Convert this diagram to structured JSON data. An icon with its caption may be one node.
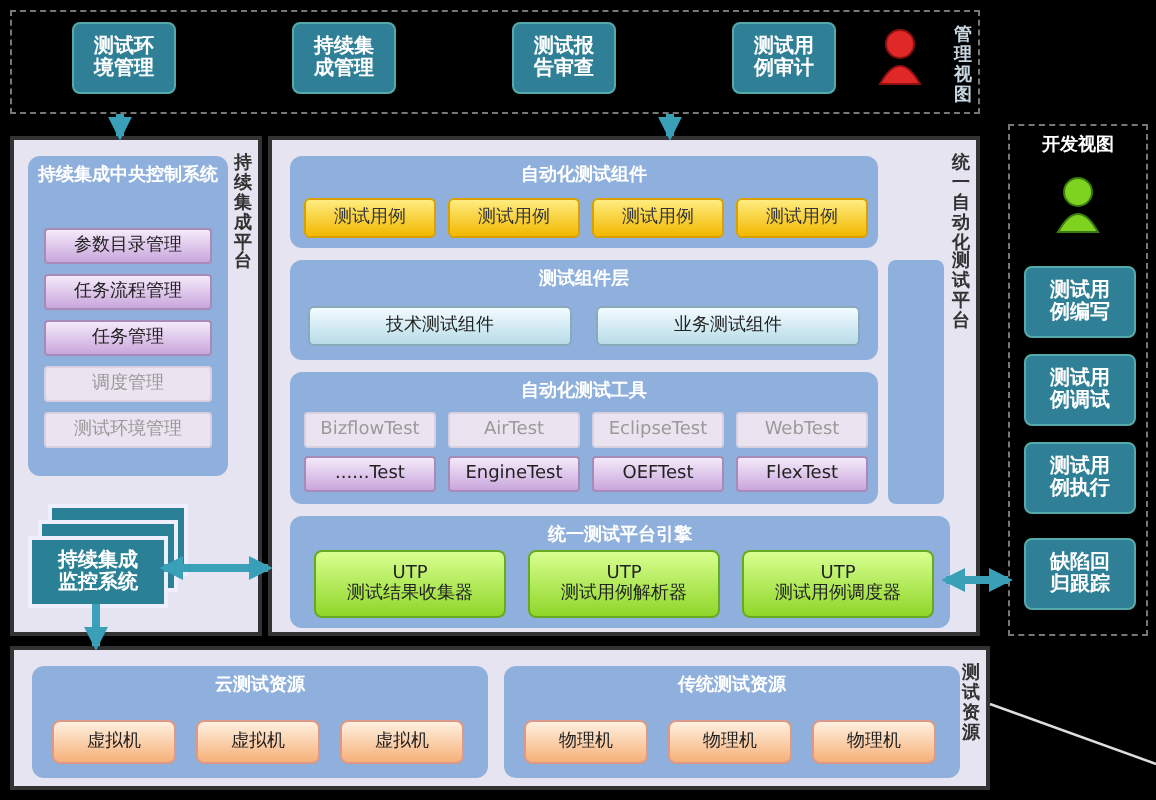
{
  "diagram": {
    "nodes": [
      {
        "text": [
          "管理视图"
        ]
      },
      {
        "text": [
          "测试环境管理"
        ],
        "in": 0
      },
      {
        "text": [
          "持续集成管理"
        ],
        "in": 0
      },
      {
        "text": [
          "测试报告审查"
        ],
        "in": 0
      },
      {
        "text": [
          "测试用例审计"
        ],
        "in": 0
      },
      {
        "text": [
          "持续集成平台"
        ]
      },
      {
        "text": [
          "持续集成中央控制系统"
        ],
        "in": 5
      },
      {
        "text": [
          "参数目录管理"
        ],
        "in": 6
      },
      {
        "text": [
          "任务流程管理"
        ],
        "in": 6
      },
      {
        "text": [
          "任务管理"
        ],
        "in": 6
      },
      {
        "text": [
          "调度管理"
        ],
        "in": 6
      },
      {
        "text": [
          "测试环境管理"
        ],
        "in": 6
      },
      {
        "text": [
          "持续集成监控系统"
        ],
        "in": 5
      },
      {
        "text": [
          "统一自动化测试平台"
        ]
      },
      {
        "text": [
          "自动化测试组件"
        ],
        "in": 13
      },
      {
        "text": [
          "测试用例"
        ],
        "in": 14
      },
      {
        "text": [
          "测试用例"
        ],
        "in": 14
      },
      {
        "text": [
          "测试用例"
        ],
        "in": 14
      },
      {
        "text": [
          "测试用例"
        ],
        "in": 14
      },
      {
        "text": [
          "测试组件层"
        ],
        "in": 13
      },
      {
        "text": [
          "技术测试组件"
        ],
        "in": 19
      },
      {
        "text": [
          "业务测试组件"
        ],
        "in": 19
      },
      {
        "text": [
          "自动化测试工具"
        ],
        "in": 13
      },
      {
        "text": [
          "BizflowTest"
        ],
        "in": 22
      },
      {
        "text": [
          "AirTest"
        ],
        "in": 22
      },
      {
        "text": [
          "EclipseTest"
        ],
        "in": 22
      },
      {
        "text": [
          "WebTest"
        ],
        "in": 22
      },
      {
        "text": [
          "......Test"
        ],
        "in": 22
      },
      {
        "text": [
          "EngineTest"
        ],
        "in": 22
      },
      {
        "text": [
          "OEFTest"
        ],
        "in": 22
      },
      {
        "text": [
          "FlexTest"
        ],
        "in": 22
      },
      {
        "text": [],
        "shape": "bar",
        "in": 13
      },
      {
        "text": [
          "统一测试平台引擎"
        ],
        "in": 13
      },
      {
        "text": [
          "UTP",
          "测试结果收集器"
        ],
        "in": 32
      },
      {
        "text": [
          "UTP",
          "测试用例解析器"
        ],
        "in": 32
      },
      {
        "text": [
          "UTP",
          "测试用例调度器"
        ],
        "in": 32
      },
      {
        "text": [
          "开发视图"
        ]
      },
      {
        "text": [
          "测试用例编写"
        ],
        "in": 36
      },
      {
        "text": [
          "测试用例调试"
        ],
        "in": 36
      },
      {
        "text": [
          "测试用例执行"
        ],
        "in": 36
      },
      {
        "text": [
          "缺陷回归跟踪"
        ],
        "in": 36
      },
      {
        "text": [
          "测试资源"
        ]
      },
      {
        "text": [
          "云测试资源"
        ],
        "in": 41
      },
      {
        "text": [
          "虚拟机"
        ],
        "in": 42
      },
      {
        "text": [
          "虚拟机"
        ],
        "in": 42
      },
      {
        "text": [
          "虚拟机"
        ],
        "in": 42
      },
      {
        "text": [
          "传统测试资源"
        ],
        "in": 41
      },
      {
        "text": [
          "物理机"
        ],
        "in": 46
      },
      {
        "text": [
          "物理机"
        ],
        "in": 46
      },
      {
        "text": [
          "物理机"
        ],
        "in": 46
      }
    ],
    "edges": [
      {
        "from": 0,
        "to": 5,
        "arrow": "to"
      },
      {
        "from": 0,
        "to": 13,
        "arrow": "to"
      },
      {
        "from": 12,
        "to": 13,
        "arrow": "both"
      },
      {
        "from": 36,
        "to": 32,
        "arrow": "both"
      },
      {
        "from": 12,
        "to": 41,
        "arrow": "to"
      },
      {
        "from": 41,
        "to": null,
        "arrow": "none",
        "color": "#dddddd"
      }
    ]
  }
}
